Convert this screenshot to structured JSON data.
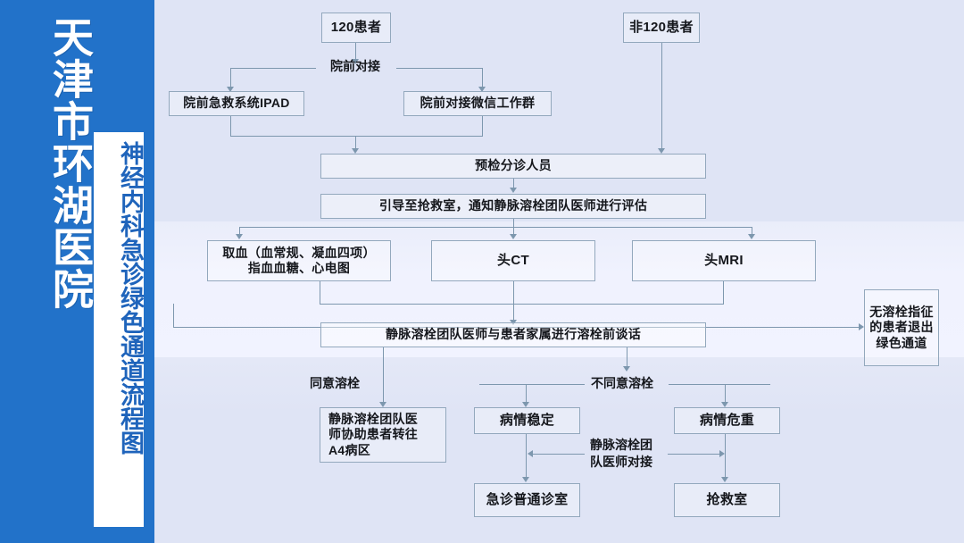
{
  "banner": {
    "hospital_name": "天津市环湖医院",
    "chart_title": "神经内科急诊绿色通道流程图",
    "accent_color": "#2272c9",
    "title_color": "#ffffff",
    "subtitle_color": "#1f64bb"
  },
  "nodes": {
    "patient_120": "120患者",
    "patient_non120": "非120患者",
    "prehospital_link": "院前对接",
    "ipad_system": "院前急救系统IPAD",
    "wechat_group": "院前对接微信工作群",
    "triage_staff": "预检分诊人员",
    "guide_to_resus": "引导至抢救室，通知静脉溶栓团队医师进行评估",
    "blood_draw_line1": "取血（血常规、凝血四项）",
    "blood_draw_line2": "指血血糖、心电图",
    "head_ct": "头CT",
    "head_mri": "头MRI",
    "no_indication_exit": "无溶栓指征的患者退出绿色通道",
    "pre_thrombolysis_talk": "静脉溶栓团队医师与患者家属进行溶栓前谈话",
    "agree_label": "同意溶栓",
    "disagree_label": "不同意溶栓",
    "transfer_a4_line1": "静脉溶栓团队医",
    "transfer_a4_line2": "师协助患者转往",
    "transfer_a4_line3": "A4病区",
    "condition_stable": "病情稳定",
    "condition_critical": "病情危重",
    "team_handover_line1": "静脉溶栓团",
    "team_handover_line2": "队医师对接",
    "emergency_clinic": "急诊普通诊室",
    "resus_room": "抢救室"
  },
  "palette": {
    "band_top": "#dfe4f5",
    "band_mid": "#f0f2fe",
    "band_bottom": "#dfe4f5",
    "node_border": "#93a8bd",
    "connector": "#7d97ae",
    "text": "#15171c"
  }
}
